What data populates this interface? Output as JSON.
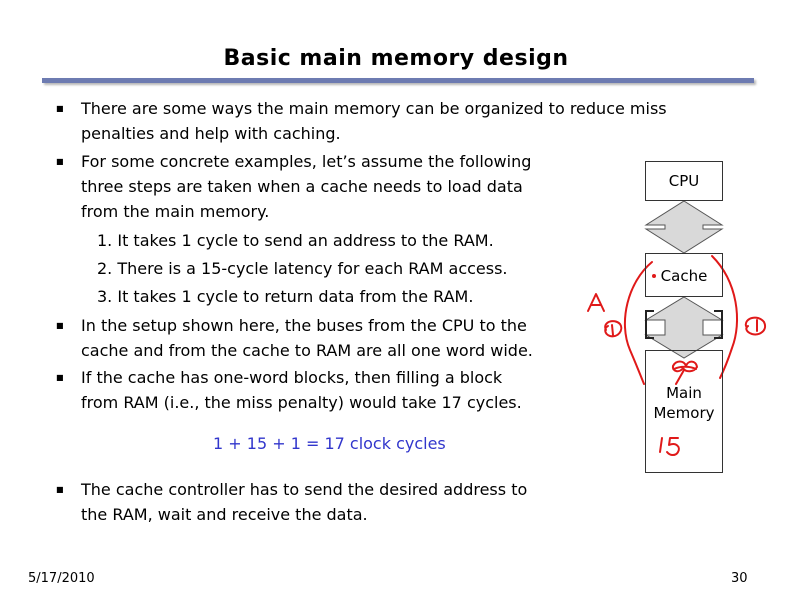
{
  "title": "Basic main memory design",
  "bullets": [
    {
      "lines": [
        "There are some ways the main memory can be organized to reduce miss",
        "penalties and help with caching."
      ]
    },
    {
      "lines": [
        "For some concrete examples, let’s assume the following",
        "three steps are taken when a cache needs to load data",
        "from the main memory."
      ]
    },
    {
      "lines": [
        "In the setup shown here, the buses from the CPU to the",
        "cache and from the cache to RAM are all one word wide."
      ]
    },
    {
      "lines": [
        "If the cache has one-word blocks, then filling a block",
        "from RAM (i.e., the miss penalty) would take 17 cycles."
      ]
    },
    {
      "lines": [
        "The cache controller has to send the desired address to",
        "the RAM, wait and receive the data."
      ]
    }
  ],
  "steps": [
    "1. It takes 1 cycle to send an address to the RAM.",
    "2. There is a 15-cycle latency for each RAM access.",
    "3. It takes 1 cycle to return data from the RAM."
  ],
  "equation": "1 + 15 + 1 = 17 clock cycles",
  "diagram": {
    "cpu": "CPU",
    "cache": "Cache",
    "memory_line1": "Main",
    "memory_line2": "Memory"
  },
  "footer": {
    "date": "5/17/2010",
    "page": "30"
  }
}
